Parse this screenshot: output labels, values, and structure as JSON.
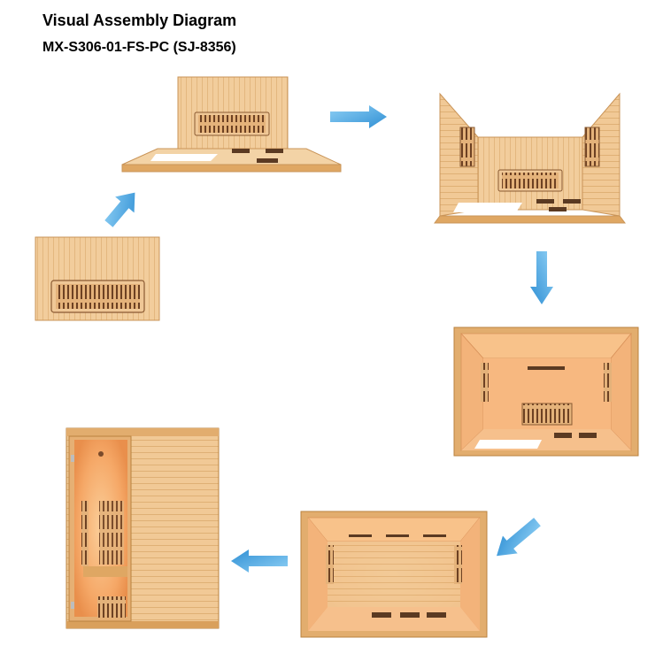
{
  "header": {
    "title": "Visual Assembly Diagram",
    "model": "MX-S306-01-FS-PC (SJ-8356)"
  },
  "colors": {
    "wood_light": "#f0c894",
    "wood_mid": "#e2ad6e",
    "wood_dark": "#c98a48",
    "interior_glow": "#f6a766",
    "arrow_blue": "#4aa6e0",
    "heater": "#7a4a2a"
  },
  "steps": [
    {
      "name": "back-panel-with-heater"
    },
    {
      "name": "floor-and-back-wall"
    },
    {
      "name": "side-walls-added"
    },
    {
      "name": "front-view-interior"
    },
    {
      "name": "roof-view-interior"
    },
    {
      "name": "completed-sauna"
    }
  ]
}
